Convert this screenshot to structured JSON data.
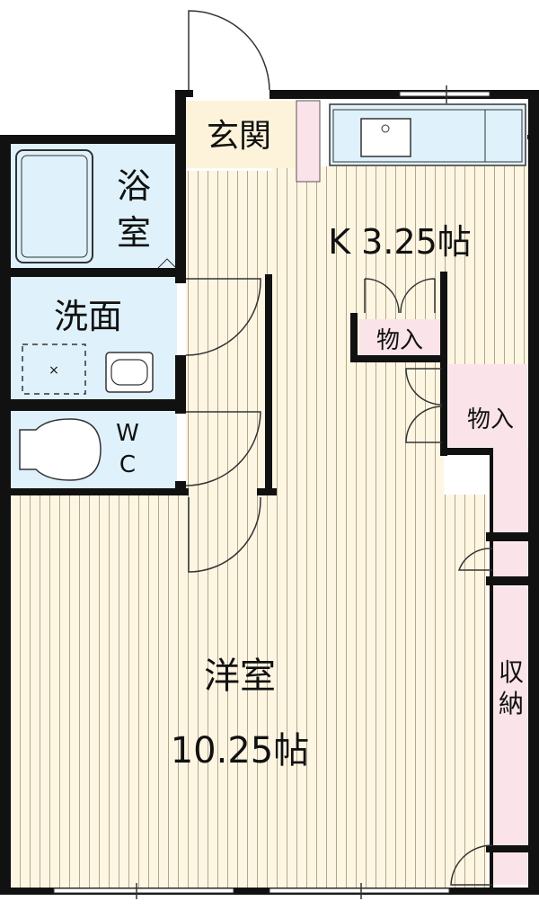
{
  "rooms": {
    "entrance": "玄関",
    "bath_line1": "浴",
    "bath_line2": "室",
    "washroom": "洗面",
    "wc_line1": "W",
    "wc_line2": "C",
    "kitchen": "K 3.25帖",
    "storage_small": "物入",
    "storage_right": "物入",
    "western_room": "洋室",
    "western_room_size": "10.25帖",
    "closet_line1": "収",
    "closet_line2": "納"
  },
  "colors": {
    "wall": "#111111",
    "floor": "#fdf6e3",
    "floor_stripe": "#b5a68a",
    "wet_area": "#dff1fa",
    "storage": "#fbe3ea",
    "entrance": "#fdf3da"
  }
}
